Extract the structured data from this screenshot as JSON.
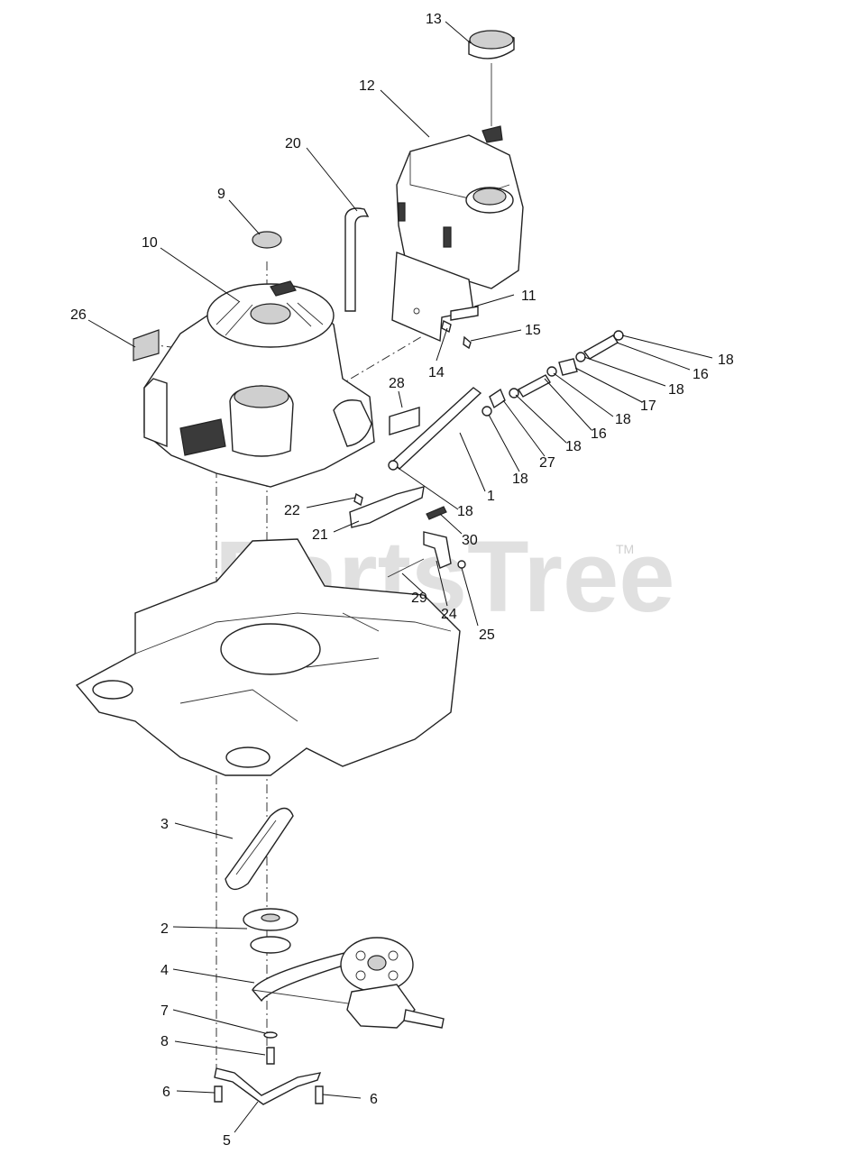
{
  "watermark": {
    "text": "PartsTree",
    "trademark": "TM"
  },
  "callouts": [
    {
      "label": "13"
    },
    {
      "label": "12"
    },
    {
      "label": "20"
    },
    {
      "label": "9"
    },
    {
      "label": "10"
    },
    {
      "label": "26"
    },
    {
      "label": "11"
    },
    {
      "label": "15"
    },
    {
      "label": "14"
    },
    {
      "label": "28"
    },
    {
      "label": "18"
    },
    {
      "label": "16"
    },
    {
      "label": "18"
    },
    {
      "label": "17"
    },
    {
      "label": "18"
    },
    {
      "label": "16"
    },
    {
      "label": "18"
    },
    {
      "label": "27"
    },
    {
      "label": "18"
    },
    {
      "label": "1"
    },
    {
      "label": "18"
    },
    {
      "label": "22"
    },
    {
      "label": "21"
    },
    {
      "label": "30"
    },
    {
      "label": "29"
    },
    {
      "label": "24"
    },
    {
      "label": "25"
    },
    {
      "label": "3"
    },
    {
      "label": "2"
    },
    {
      "label": "4"
    },
    {
      "label": "7"
    },
    {
      "label": "8"
    },
    {
      "label": "6"
    },
    {
      "label": "6"
    },
    {
      "label": "5"
    }
  ]
}
